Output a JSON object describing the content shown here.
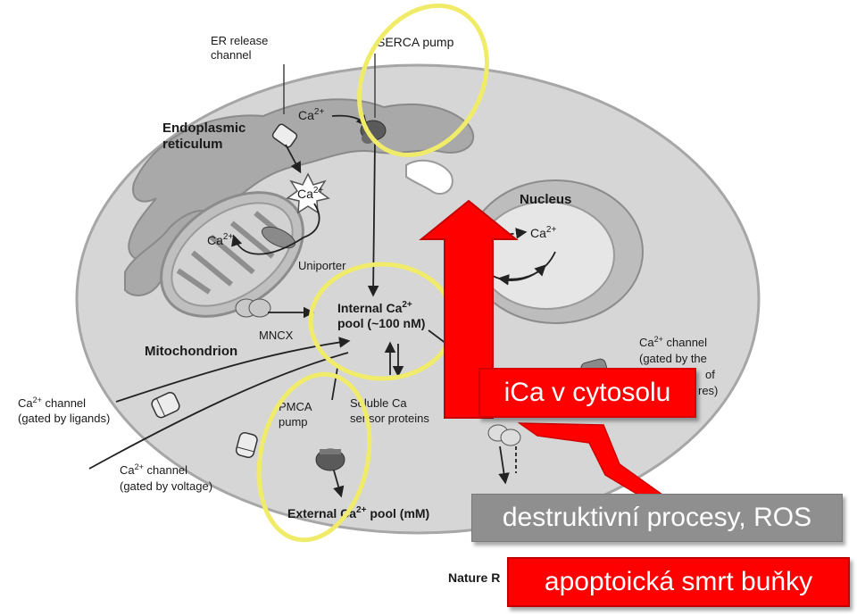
{
  "labels": {
    "er_release_channel": [
      "ER release",
      "channel"
    ],
    "serca_pump": "SERCA pump",
    "endoplasmic_reticulum": [
      "Endoplasmic",
      "reticulum"
    ],
    "ca_er": "Ca",
    "ca_star": "Ca",
    "ca_mito": "Ca",
    "nucleus": "Nucleus",
    "ca_nucleus": "Ca",
    "uniporter": "Uniporter",
    "internal_pool_1": "Internal Ca",
    "internal_pool_2": "pool (~100 nM)",
    "mncx": "MNCX",
    "mitochondrion": "Mitochondrion",
    "ca_channel_right": [
      "Ca",
      " channel",
      "(gated by the",
      "of",
      "res)"
    ],
    "ca_channel_ligands": [
      "Ca",
      " channel",
      "(gated by ligands)"
    ],
    "pmca_pump": [
      "PMCA",
      "pump"
    ],
    "soluble_sensor": [
      "Soluble Ca",
      "sensor proteins"
    ],
    "ca_channel_voltage": [
      "Ca",
      " channel",
      "(gated by voltage)"
    ],
    "external_pool": [
      "External Ca",
      " pool (mM)"
    ],
    "nature_credit": "Nature R",
    "superscript": "2+"
  },
  "callouts": {
    "ica_cytosol": "iCa v cytosolu",
    "destructive": "destruktivní procesy, ROS",
    "apoptosis": "apoptoická smrt buňky"
  },
  "colors": {
    "highlight_ring": "#f0ec6a",
    "arrow_red": "#ff0000",
    "grey_box": "#8f8f8f"
  }
}
